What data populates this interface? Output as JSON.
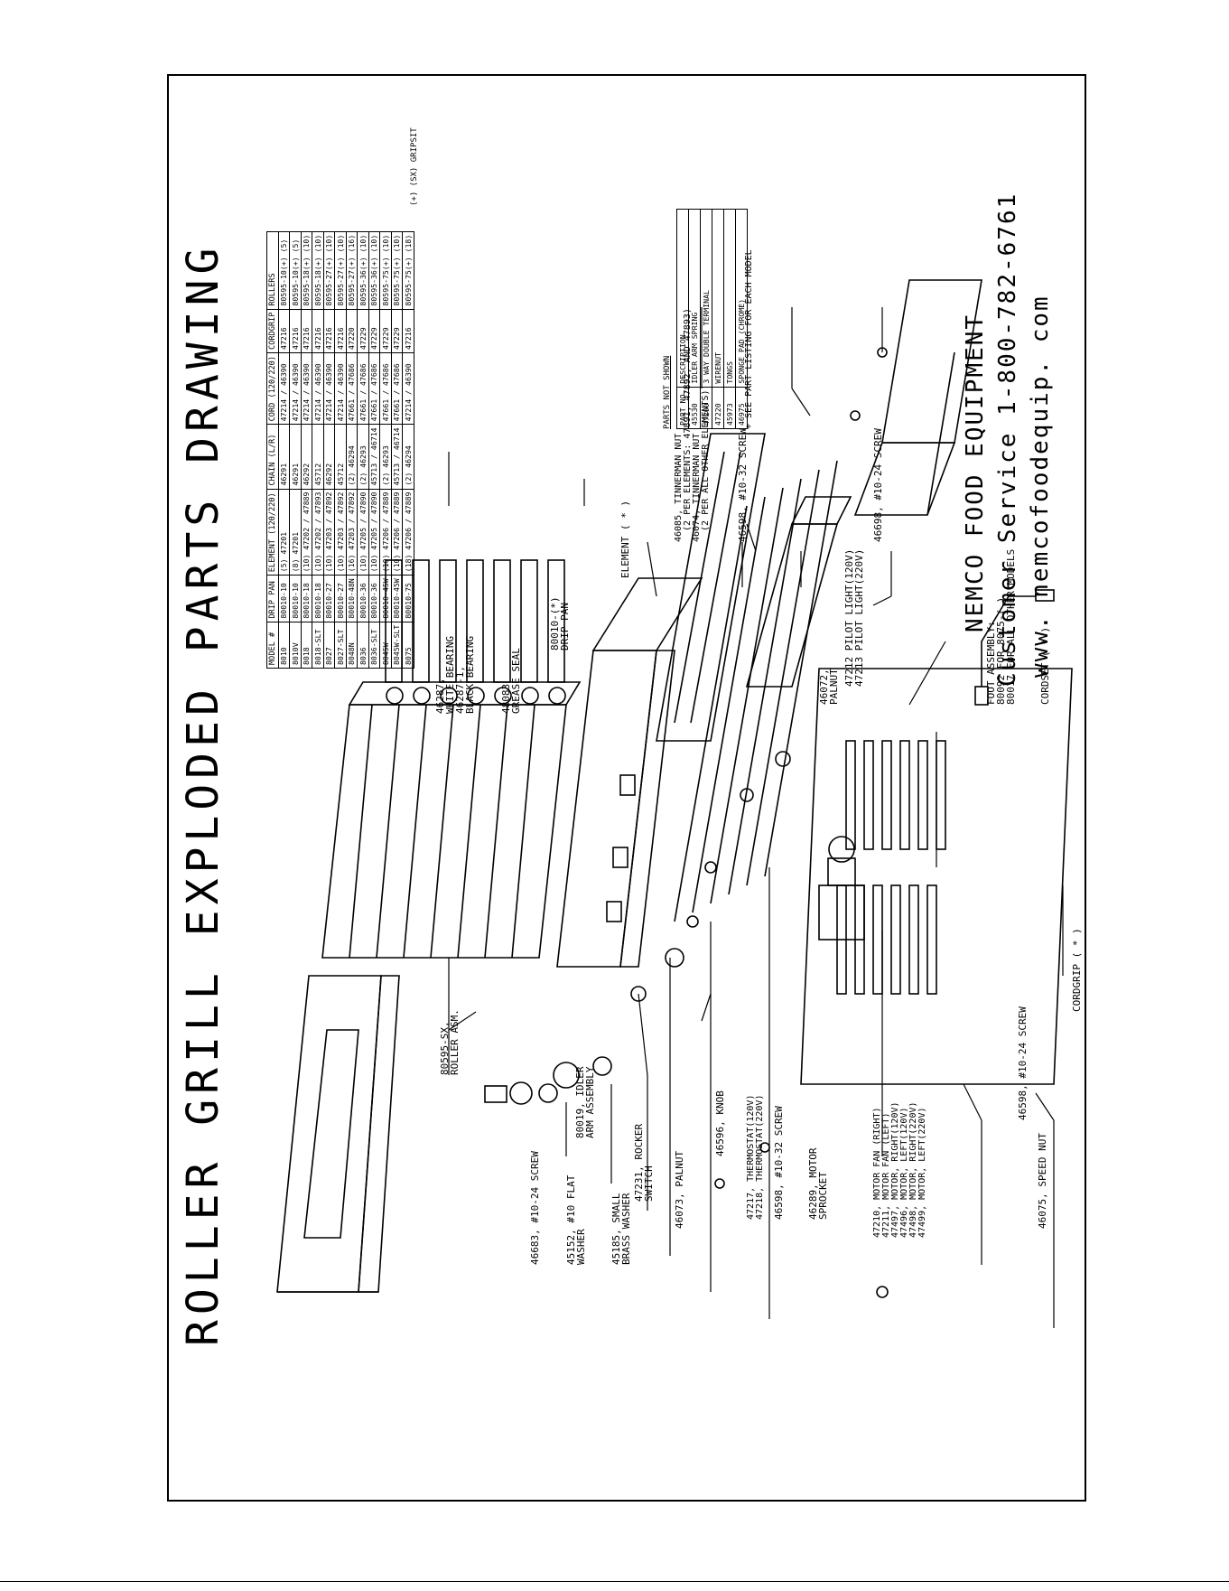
{
  "title": "ROLLER GRILL EXPLODED PARTS DRAWING",
  "brand": {
    "company": "NEMCO FOOD EQUIPMENT",
    "service": "Customer Service 1-800-782-6761",
    "web": "www. nemcofoodequip. com"
  },
  "model_table": {
    "headers": [
      "MODEL #",
      "DRIP PAN",
      "ELEMENT (120/220)",
      "CHAIN (L/R)",
      "CORD (120/220)",
      "CORDGRIP",
      "ROLLERS"
    ],
    "rows": [
      [
        "8010",
        "80010-10",
        "(5) 47201",
        "46291",
        "47214 / 46390",
        "47216",
        "80595-10(+)  (5)"
      ],
      [
        "8010V",
        "80010-10",
        "(8) 47201",
        "46291",
        "47214 / 46390",
        "47216",
        "80595-10(+)  (5)"
      ],
      [
        "8018",
        "80010-18",
        "(10) 47202 / 47889",
        "46292",
        "47214 / 46390",
        "47216",
        "80595-18(+)  (10)"
      ],
      [
        "8018-SLT",
        "80010-18",
        "(10) 47202 / 47893",
        "45712",
        "47214 / 46390",
        "47216",
        "80595-18(+)  (10)"
      ],
      [
        "8027",
        "80010-27",
        "(10) 47203 / 47892",
        "46292",
        "47214 / 46390",
        "47216",
        "80595-27(+)  (10)"
      ],
      [
        "8027-SLT",
        "80010-27",
        "(10) 47203 / 47892",
        "45712",
        "47214 / 46390",
        "47216",
        "80595-27(+)  (10)"
      ],
      [
        "8048N",
        "80010-48N",
        "(16) 47203 / 47892",
        "(2) 46294",
        "47661 / 47686",
        "47220",
        "80595-27(+)  (16)"
      ],
      [
        "8036",
        "80010-36",
        "(10) 47205 / 47890",
        "(2) 46293",
        "47661 / 47686",
        "47229",
        "80595-36(+)  (10)"
      ],
      [
        "8036-SLT",
        "80010-36",
        "(10) 47205 / 47890",
        "45713 / 46714",
        "47661 / 47686",
        "47229",
        "80595-36(+)  (10)"
      ],
      [
        "8045W",
        "80010-45W",
        "(10) 47206 / 47889",
        "(2) 46293",
        "47661 / 47686",
        "47229",
        "80595-75(+)  (10)"
      ],
      [
        "8045W-SLT",
        "80010-45W",
        "(10) 47206 / 47889",
        "45713 / 46714",
        "47661 / 47686",
        "47229",
        "80595-75(+)  (10)"
      ],
      [
        "8075",
        "80010-75",
        "(18) 47206 / 47889",
        "(2) 46294",
        "47214 / 46390",
        "47216",
        "80595-75(+)  (18)"
      ]
    ],
    "footnote": "(+) (SX) GRIPSIT"
  },
  "parts_not_shown": {
    "title": "PARTS NOT SHOWN",
    "headers": [
      "PART NO.",
      "DESCRIPTION"
    ],
    "rows": [
      [
        "45530",
        "IDLER ARM SPRING"
      ],
      [
        "47200",
        "3 WAY DOUBLE TERMINAL"
      ],
      [
        "47220",
        "WIRENUT"
      ],
      [
        "45973",
        "TONGS"
      ],
      [
        "46975",
        "SPONGE PAD (CHROME)"
      ]
    ],
    "note": "+ SEE PART LISTING FOR EACH MODEL"
  },
  "labels": {
    "roller_asm": "80595-SX,\nROLLER ASM.",
    "bearing": "46287,\nWHITE BEARING\n46287-1,\nBLACK BEARING",
    "grease_seal": "48083\nGREASE SEAL",
    "drip_pan": "80010-(*)\nDRIP PAN",
    "element": "ELEMENT ( * )",
    "tinnerman": "46085, TINNERMAN NUT\n  (2 PER ELEMENTS: 47891, 47892, AND 47893)\n46074, TINNERMAN NUT\n  (2 PER ALL OTHER ELEMENTS)",
    "screw_10_32_top": "46598, #10-32 SCREW",
    "screw_10_24_top": "46698, #10-24 SCREW",
    "palnut_pilot": "46072,\nPALNUT",
    "pilot_light": "47212 PILOT LIGHT(120V)\n47213 PILOT LIGHT(220V)",
    "foot_assembly": "FOOT ASSEMBLY:\n80092 FOR 8075-( )\n80017 FOR ALL OTHER MODELS",
    "cordset": "CORDSET ( * )",
    "cordgrip": "CORDGRIP ( * )",
    "speed_nut": "46075, SPEED NUT",
    "screw_10_24_bottom": "46598, #10-24 SCREW",
    "motor_fans": "47210, MOTOR FAN (RIGHT)\n47211, MOTOR FAN (LEFT)\n47497, MOTOR, RIGHT(120V)\n47496, MOTOR, LEFT(120V)\n47498, MOTOR, RIGHT(220V)\n47499, MOTOR, LEFT(220V)",
    "motor_sprocket": "46289, MOTOR\nSPROCKET",
    "screw_10_32": "46598, #10-32 SCREW",
    "thermostat": "47217, THERMOSTAT(120V)\n47218, THERMOSTAT(220V)",
    "knob": "46596, KNOB",
    "palnut": "46073, PALNUT",
    "rocker": "47231, ROCKER\nSWITCH",
    "idler": "80019, IDLER\nARM ASSEMBLY",
    "screw_10_24_left": "46683, #10-24 SCREW",
    "flat_washer": "45152, #10 FLAT\nWASHER",
    "brass_washer": "45185, SMALL\nBRASS WASHER"
  }
}
